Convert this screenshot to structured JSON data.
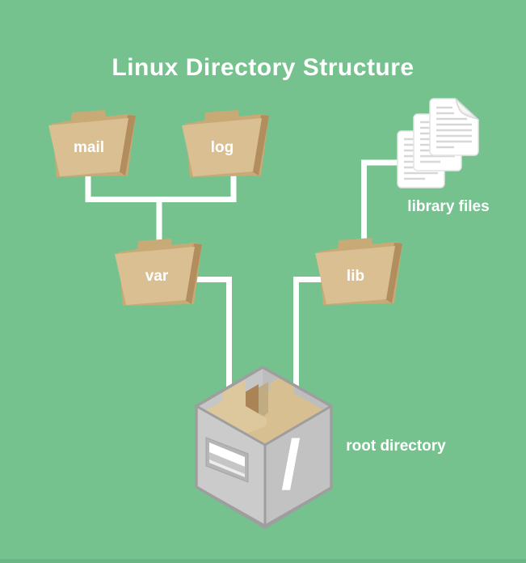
{
  "title": "Linux Directory Structure",
  "folders": [
    {
      "id": "mail",
      "label": "mail"
    },
    {
      "id": "log",
      "label": "log"
    },
    {
      "id": "var",
      "label": "var"
    },
    {
      "id": "lib",
      "label": "lib"
    }
  ],
  "library_files": {
    "label": "library files"
  },
  "root": {
    "label": "root directory",
    "symbol": "/"
  },
  "edges": [
    {
      "from": "mail",
      "to": "var"
    },
    {
      "from": "log",
      "to": "var"
    },
    {
      "from": "var",
      "to": "root"
    },
    {
      "from": "lib",
      "to": "root"
    },
    {
      "from": "library_files",
      "to": "lib"
    }
  ],
  "colors": {
    "background": "#75c28e",
    "text": "#ffffff",
    "connector": "#ffffff",
    "folder_front": "#d9bf92",
    "folder_back": "#c8aa77",
    "folder_shadow": "#b28e5f",
    "page": "#ffffff",
    "page_line": "#d7d7d7",
    "box_face_left": "#cbcbcb",
    "box_face_right": "#c2c2c2",
    "box_edge": "#9e9e9e",
    "box_interior_left": "#c6c6c6",
    "box_interior_right": "#bdbdbd",
    "inner_folder_light": "#ddc79c",
    "inner_folder_dark": "#aa8457",
    "inner_folder_medium": "#c0ab82",
    "inner_folder_back": "#d8bf91"
  }
}
